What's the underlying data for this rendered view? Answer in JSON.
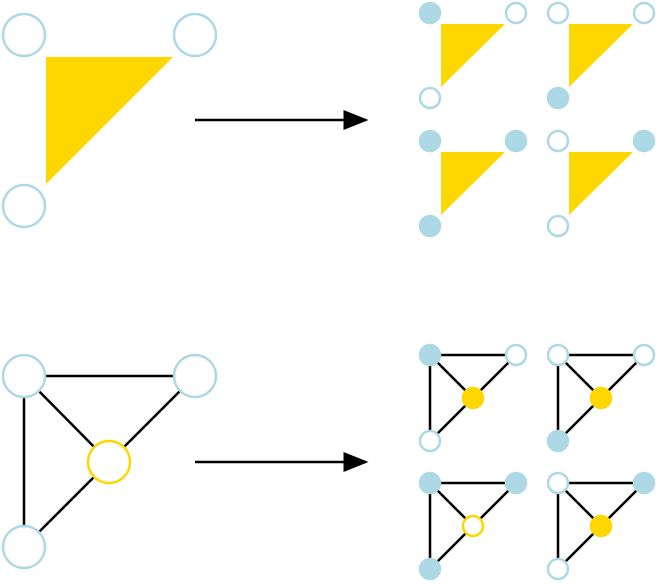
{
  "colors": {
    "node": "#add8e6",
    "face": "#ffd700",
    "edge": "#000000",
    "background": "#ffffff"
  },
  "top_row": {
    "source": "triangle-face-with-three-empty-vertices",
    "variants": [
      {
        "corners": [
          "filled",
          "empty",
          "empty"
        ]
      },
      {
        "corners": [
          "empty",
          "empty",
          "filled"
        ]
      },
      {
        "corners": [
          "filled",
          "filled",
          "filled"
        ]
      },
      {
        "corners": [
          "empty",
          "filled",
          "empty"
        ]
      }
    ]
  },
  "bottom_row": {
    "source": "graph-with-three-corner-nodes-and-one-center-node",
    "variants": [
      {
        "corners": [
          "filled",
          "empty",
          "empty"
        ],
        "center": "filled"
      },
      {
        "corners": [
          "empty",
          "empty",
          "filled"
        ],
        "center": "filled"
      },
      {
        "corners": [
          "filled",
          "filled",
          "filled"
        ],
        "center": "empty"
      },
      {
        "corners": [
          "empty",
          "filled",
          "empty"
        ],
        "center": "filled"
      }
    ]
  }
}
